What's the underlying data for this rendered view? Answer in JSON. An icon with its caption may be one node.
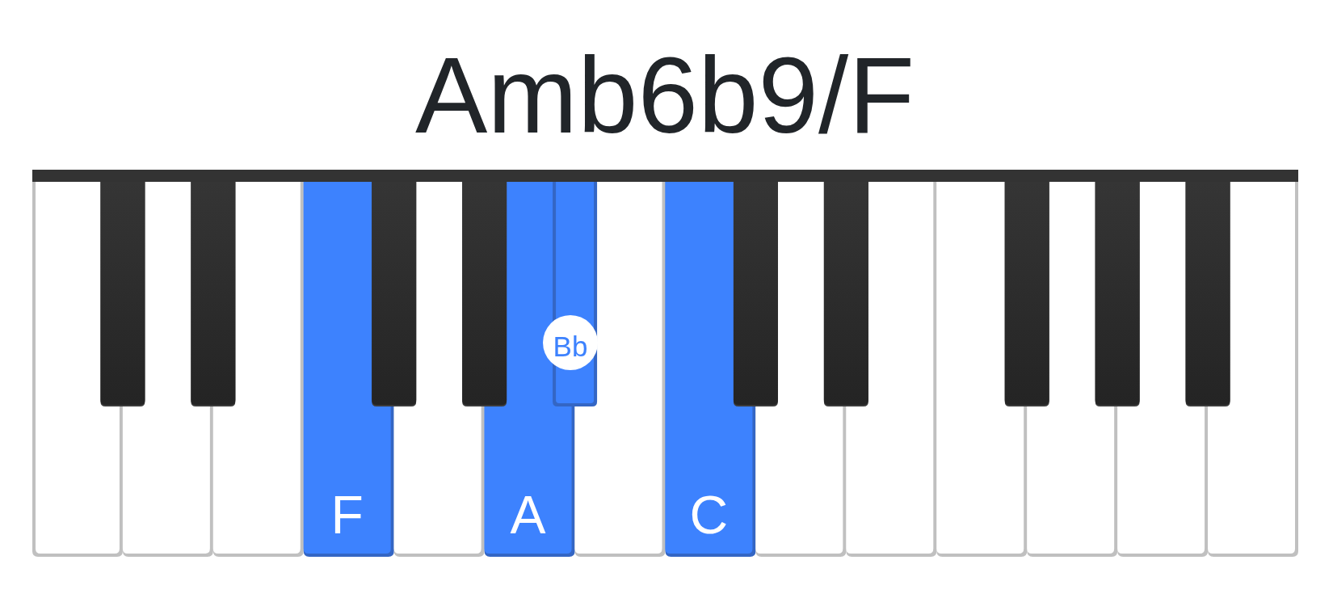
{
  "diagram": {
    "title": "Amb6b9/F",
    "nodes": [
      {
        "text": [
          "Bb"
        ]
      }
    ],
    "labels": [
      "F",
      "A",
      "C"
    ]
  }
}
